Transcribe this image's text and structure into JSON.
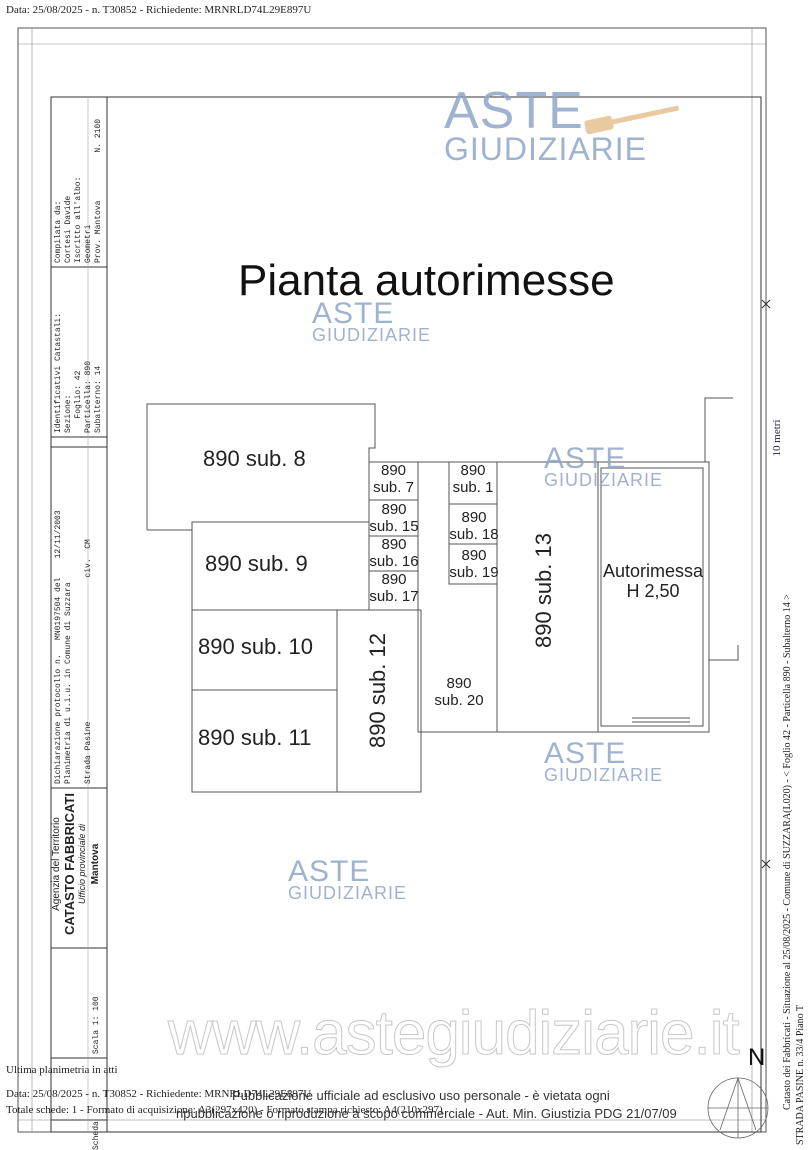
{
  "header": {
    "text": "Data: 25/08/2025 - n. T30852 - Richiedente: MRNRLD74L29E897U"
  },
  "drawing": {
    "title": "Pianta autorimesse",
    "rooms": {
      "sub8": "890 sub. 8",
      "sub9": "890 sub. 9",
      "sub10": "890 sub. 10",
      "sub11": "890 sub. 11",
      "sub12": "890 sub. 12",
      "sub13": "890 sub. 13",
      "sub7": "890\nsub. 7",
      "sub15": "890\nsub. 15",
      "sub16": "890\nsub. 16",
      "sub17": "890\nsub. 17",
      "sub1": "890\nsub. 1",
      "sub18": "890\nsub. 18",
      "sub19": "890\nsub. 19",
      "sub20": "890\nsub. 20",
      "autorimessa": "Autorimessa\nH 2,50"
    },
    "scale_bar": "10 metri",
    "north": "N"
  },
  "sidebar": {
    "compilata": "Compilata da:\nCortesi Davide\nIscritto all'albo:\nGeometri\nProv. Mantova          N. 2100",
    "identificativi": "Identificativi Catastali:\nSezione:\n   Foglio: 42\nParticella: 890\nSubalterno: 14",
    "dichiarazione": "Dichiarazione protocollo n.   MN0197504 del    12/11/2003\nPlanimetria di u.i.u. in Comune di Suzzara\n\nStrada Pasine                              civ.  CM",
    "agenzia": "Agenzia del Territorio",
    "catasto": "CATASTO FABBRICATI",
    "ufficio": "Ufficio provinciale di",
    "provincia": "Mantova",
    "scala": "Scala 1: 100",
    "scheda": "Scheda"
  },
  "right_meta": {
    "line1": "Catasto dei Fabbricati - Situazione al 25/08/2025 - Comune di SUZZARA(L020) - < Foglio 42 - Particella 890 - Subalterno 14 >",
    "line2": "STRADA PASINE n. 33/4 Piano T"
  },
  "watermarks": {
    "aste": "ASTE",
    "giudiziarie": "GIUDIZIARIE",
    "url": "www.astegiudiziarie.it",
    "notice1": "Pubblicazione ufficiale ad esclusivo uso personale - è vietata ogni",
    "notice2": "ripubblicazione o riproduzione a scopo commerciale - Aut. Min. Giustizia PDG 21/07/09"
  },
  "footer": {
    "line1": "Ultima planimetria in atti",
    "line2": "Data: 25/08/2025 - n. T30852 - Richiedente: MRNRLD74L29E897U",
    "line3": "Totale schede: 1 - Formato di acquisizione: A3(297x420) - Formato stampa richiesto: A4(210x297)"
  }
}
